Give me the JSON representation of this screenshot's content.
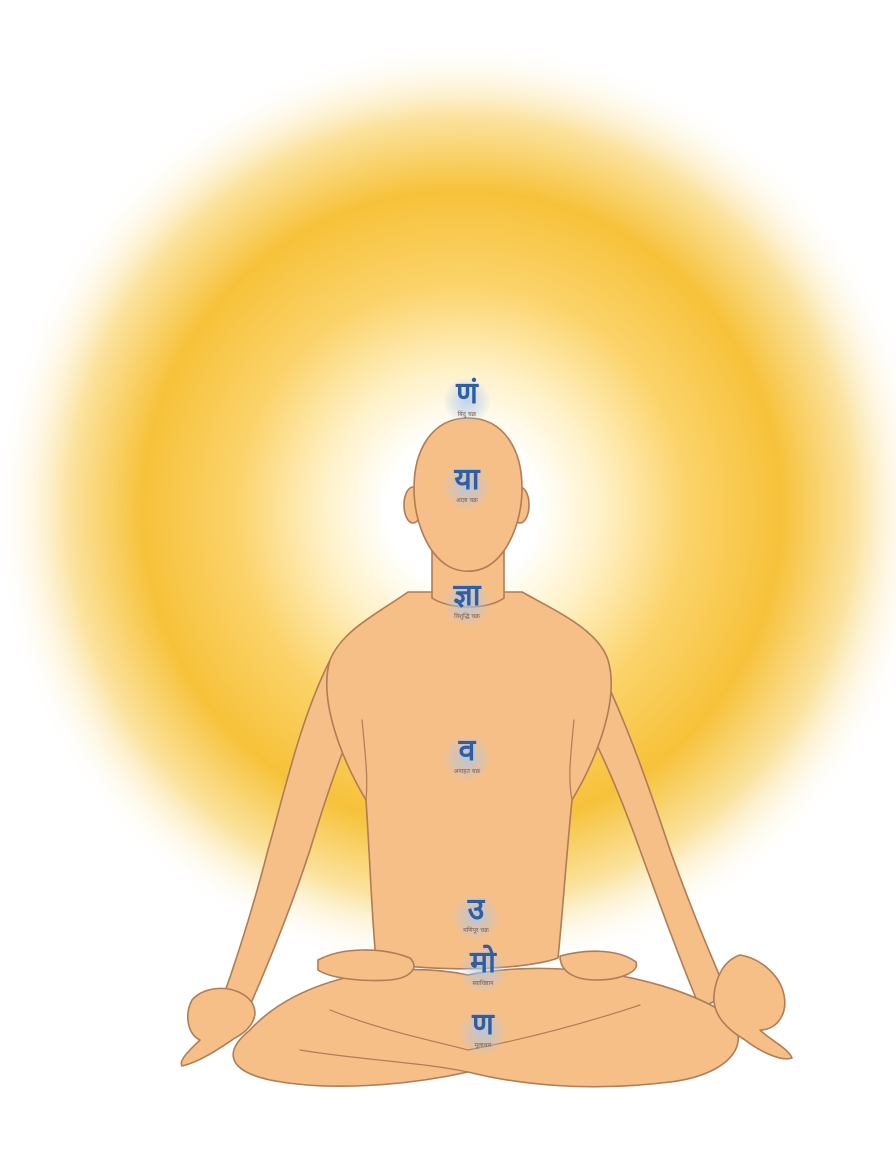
{
  "chakras": [
    {
      "syllable": "णं",
      "name": "बिंदु चक्र"
    },
    {
      "syllable": "या",
      "name": "आज्ञा चक्र"
    },
    {
      "syllable": "ज्ञा",
      "name": "विशुद्धि चक्र"
    },
    {
      "syllable": "व",
      "name": "अनाहत चक्र"
    },
    {
      "syllable": "उ",
      "name": "मणिपूर चक्र"
    },
    {
      "syllable": "मो",
      "name": "स्वाधिष्ठान"
    },
    {
      "syllable": "ण",
      "name": "मूलाधार"
    }
  ],
  "colors": {
    "aura_core": "#ffffff",
    "aura_mid": "#f7c23a",
    "skin": "#f6bf88",
    "outline": "#b07c56",
    "syllable": "#2c5fa8"
  }
}
